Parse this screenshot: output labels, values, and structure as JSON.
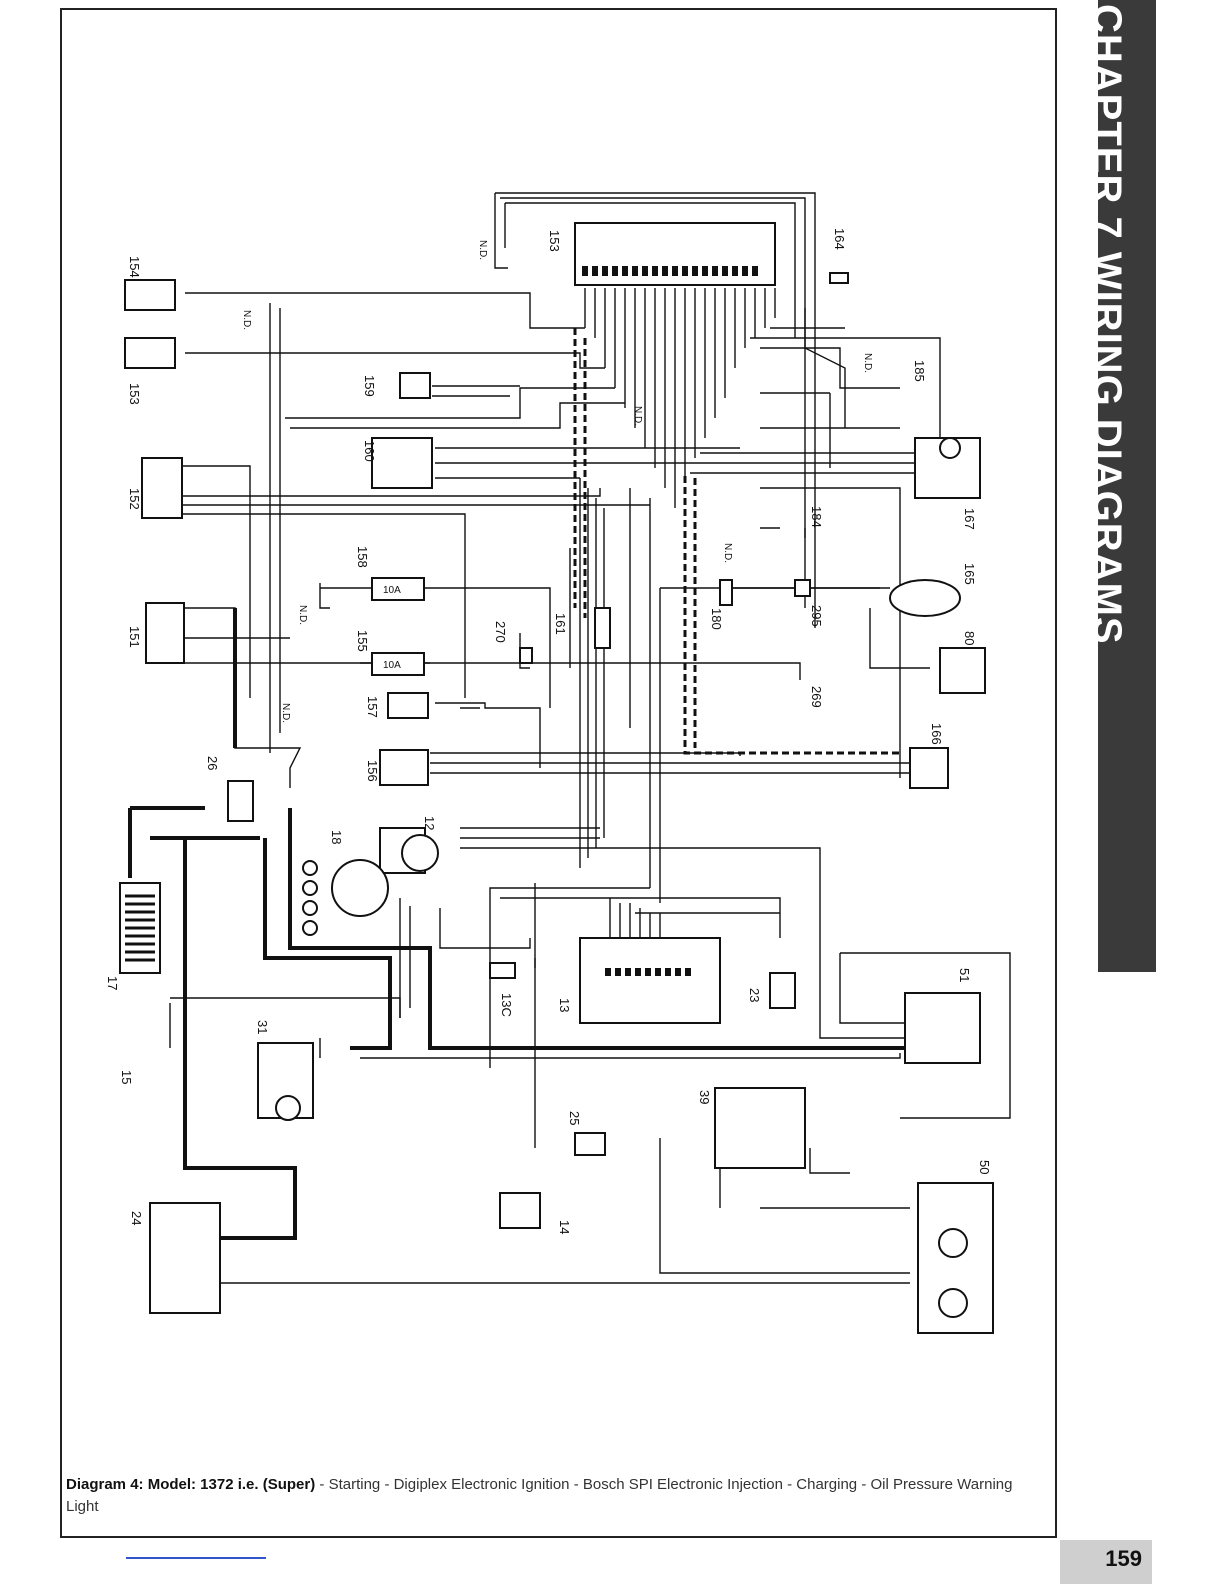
{
  "side_tab": {
    "text": "CHAPTER 7   WIRING DIAGRAMS"
  },
  "page_number": "159",
  "caption": {
    "title": "Diagram 4: Model: 1372 i.e. (Super)",
    "text": " - Starting - Digiplex Electronic Ignition - Bosch SPI Electronic Injection - Charging - Oil Pressure Warning Light"
  },
  "diagram": {
    "components": [
      {
        "id": "c154",
        "label": "154"
      },
      {
        "id": "c153a",
        "label": "153"
      },
      {
        "id": "c152",
        "label": "152"
      },
      {
        "id": "c151",
        "label": "151"
      },
      {
        "id": "c26",
        "label": "26"
      },
      {
        "id": "c17",
        "label": "17"
      },
      {
        "id": "c15",
        "label": "15"
      },
      {
        "id": "c31",
        "label": "31"
      },
      {
        "id": "c24",
        "label": "24"
      },
      {
        "id": "c18",
        "label": "18"
      },
      {
        "id": "c12",
        "label": "12"
      },
      {
        "id": "c13",
        "label": "13"
      },
      {
        "id": "c13c",
        "label": "13C"
      },
      {
        "id": "c23",
        "label": "23"
      },
      {
        "id": "c14",
        "label": "14"
      },
      {
        "id": "c25",
        "label": "25"
      },
      {
        "id": "c39",
        "label": "39"
      },
      {
        "id": "c50",
        "label": "50"
      },
      {
        "id": "c51",
        "label": "51"
      },
      {
        "id": "c156",
        "label": "156"
      },
      {
        "id": "c157",
        "label": "157"
      },
      {
        "id": "c155",
        "label": "155"
      },
      {
        "id": "c158",
        "label": "158"
      },
      {
        "id": "c159",
        "label": "159"
      },
      {
        "id": "c160",
        "label": "160"
      },
      {
        "id": "c161",
        "label": "161"
      },
      {
        "id": "c270",
        "label": "270"
      },
      {
        "id": "c269",
        "label": "269"
      },
      {
        "id": "c153b",
        "label": "153"
      },
      {
        "id": "c164",
        "label": "164"
      },
      {
        "id": "c185",
        "label": "185"
      },
      {
        "id": "c184",
        "label": "184"
      },
      {
        "id": "c167",
        "label": "167"
      },
      {
        "id": "c165",
        "label": "165"
      },
      {
        "id": "c295",
        "label": "295"
      },
      {
        "id": "c180",
        "label": "180"
      },
      {
        "id": "c80",
        "label": "80"
      },
      {
        "id": "c166",
        "label": "166"
      }
    ],
    "node_labels": {
      "nd": "N.D."
    },
    "relay_text": "10A"
  }
}
